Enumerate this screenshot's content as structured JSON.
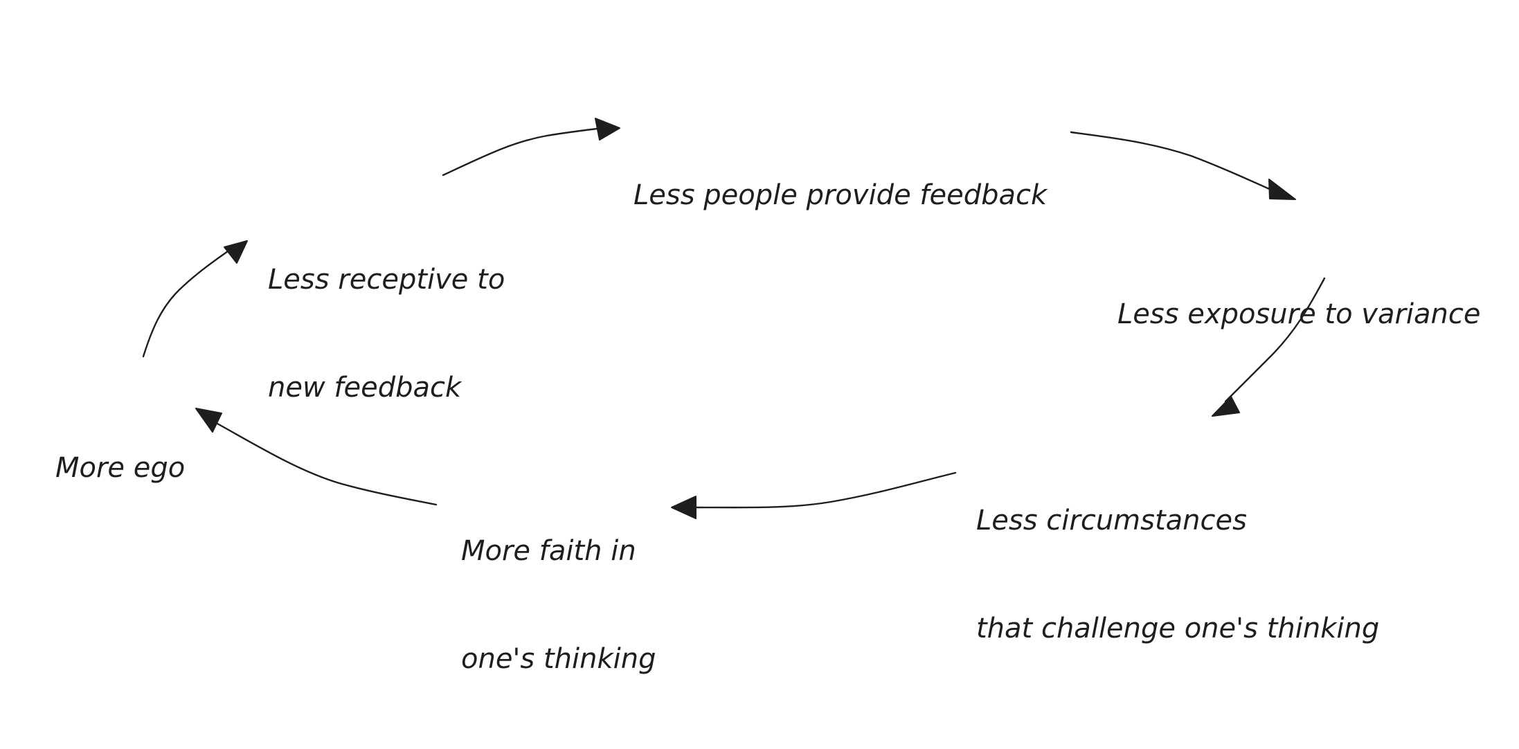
{
  "diagram": {
    "nodes": {
      "less_people_provide_feedback": {
        "lines": [
          "Less people provide feedback"
        ]
      },
      "less_exposure_to_variance": {
        "lines": [
          "Less exposure to variance"
        ]
      },
      "less_circumstances": {
        "lines": [
          "Less circumstances",
          "that challenge one's thinking"
        ]
      },
      "more_faith": {
        "lines": [
          "More faith in",
          "one's thinking"
        ]
      },
      "more_ego": {
        "lines": [
          "More ego"
        ]
      },
      "less_receptive": {
        "lines": [
          "Less receptive to",
          "new feedback"
        ]
      }
    },
    "edges": [
      {
        "from": "less_receptive",
        "to": "less_people_provide_feedback"
      },
      {
        "from": "less_people_provide_feedback",
        "to": "less_exposure_to_variance"
      },
      {
        "from": "less_exposure_to_variance",
        "to": "less_circumstances"
      },
      {
        "from": "less_circumstances",
        "to": "more_faith"
      },
      {
        "from": "more_faith",
        "to": "more_ego"
      },
      {
        "from": "more_ego",
        "to": "less_receptive"
      }
    ],
    "colors": {
      "ink": "#1e1e1e",
      "background": "#ffffff"
    }
  }
}
